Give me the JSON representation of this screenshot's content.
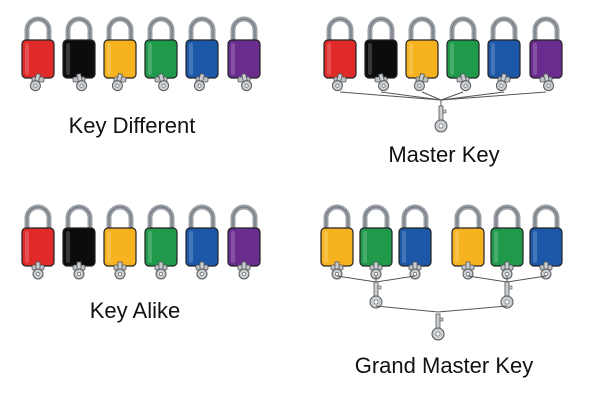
{
  "colors": {
    "red": "#e02929",
    "black": "#0c0c0c",
    "yellow": "#f6b21f",
    "green": "#1f9a4b",
    "blue": "#1c57a8",
    "purple": "#6b2c8f",
    "shackle": "#9aa0a6",
    "key": "#c9ced3",
    "line": "#555555"
  },
  "panels": [
    {
      "id": "key-different",
      "title": "Key Different",
      "locks": [
        "red",
        "black",
        "yellow",
        "green",
        "blue",
        "purple"
      ]
    },
    {
      "id": "master-key",
      "title": "Master Key",
      "locks": [
        "red",
        "black",
        "yellow",
        "green",
        "blue",
        "purple"
      ]
    },
    {
      "id": "key-alike",
      "title": "Key Alike",
      "locks": [
        "red",
        "black",
        "yellow",
        "green",
        "blue",
        "purple"
      ]
    },
    {
      "id": "grand-master-key",
      "title": "Grand Master Key",
      "locks": [
        "yellow",
        "green",
        "blue",
        "yellow",
        "green",
        "blue"
      ]
    }
  ]
}
